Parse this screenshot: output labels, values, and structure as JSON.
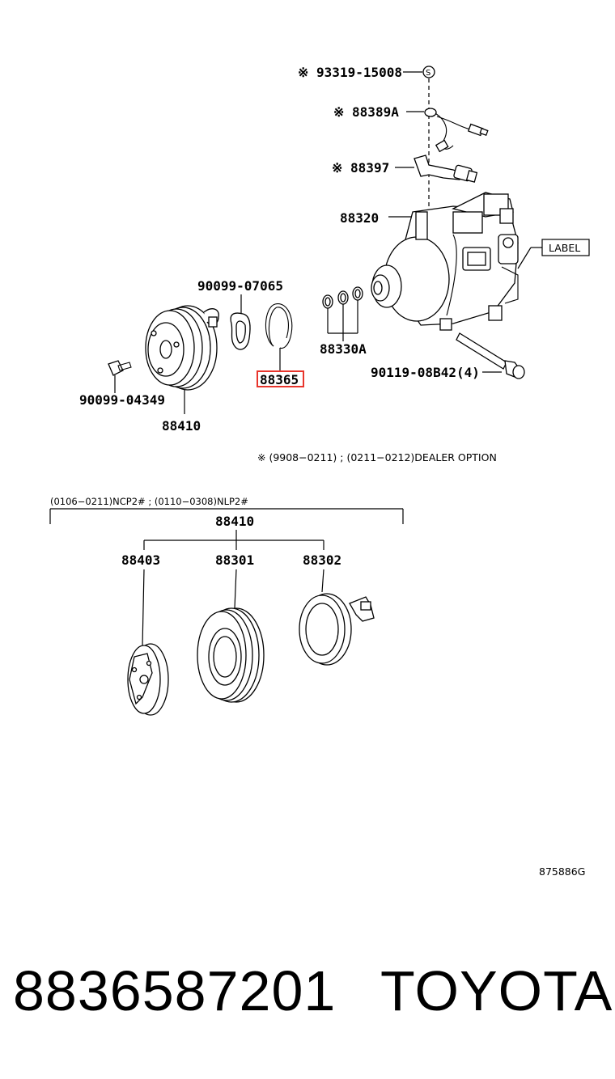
{
  "diagram": {
    "callouts": {
      "p93319": "※ 93319-15008",
      "p88389a": "※ 88389A",
      "p88397": "※ 88397",
      "p88320": "88320",
      "label": "LABEL",
      "p90099_07065": "90099-07065",
      "p88330a": "88330A",
      "p88365": "88365",
      "p90099_04349": "90099-04349",
      "p88410": "88410",
      "p90119": "90119-08B42(4)",
      "option_note": "※ (9908−0211) ; (0211−0212)DEALER OPTION",
      "applicability": "(0106−0211)NCP2# ; (0110−0308)NLP2#",
      "group_88410": "88410",
      "p88403": "88403",
      "p88301": "88301",
      "p88302": "88302",
      "s_mark": "S",
      "drawing_id": "875886G"
    },
    "highlight_color": "#e8352c"
  },
  "footer": {
    "part_number": "8836587201",
    "brand": "TOYOTA"
  }
}
